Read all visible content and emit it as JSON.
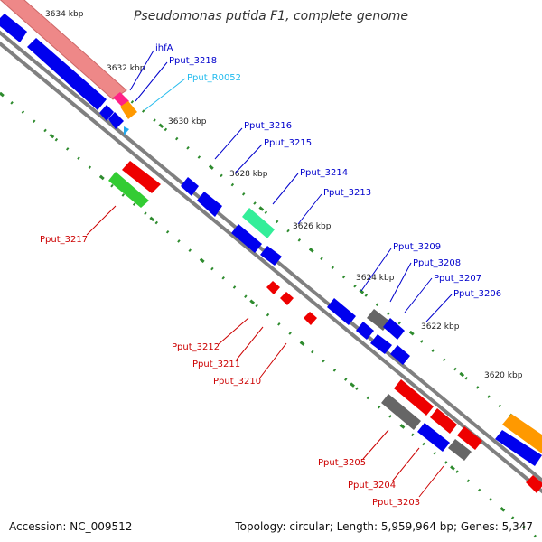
{
  "title": "Pseudomonas putida F1, complete genome",
  "accession": "Accession: NC_009512",
  "topology": "Topology: circular; Length: 5,959,964 bp; Genes: 5,347",
  "colors": {
    "backbone": "#808080",
    "tick": "#2e8b2e",
    "blue_gene": "#0000ee",
    "red_gene": "#ee0000",
    "gray_gene": "#666666",
    "green_gene": "#33cc33",
    "teal_gene": "#33ee99",
    "salmon_gene": "#ee8888",
    "orange_gene": "#ff9900",
    "pink_gene": "#ff2288",
    "rna_gene": "#22aaee",
    "label_blue": "#0000cc",
    "label_red": "#cc0000",
    "label_cyan": "#22bbee"
  },
  "kbp_ticks": [
    "3634 kbp",
    "3632 kbp",
    "3630 kbp",
    "3628 kbp",
    "3626 kbp",
    "3624 kbp",
    "3622 kbp",
    "3620 kbp"
  ],
  "gene_labels": {
    "ihfA": "ihfA",
    "pput_3218": "Pput_3218",
    "pput_r0052": "Pput_R0052",
    "pput_3217": "Pput_3217",
    "pput_3216": "Pput_3216",
    "pput_3215": "Pput_3215",
    "pput_3214": "Pput_3214",
    "pput_3213": "Pput_3213",
    "pput_3212": "Pput_3212",
    "pput_3211": "Pput_3211",
    "pput_3210": "Pput_3210",
    "pput_3209": "Pput_3209",
    "pput_3208": "Pput_3208",
    "pput_3207": "Pput_3207",
    "pput_3206": "Pput_3206",
    "pput_3205": "Pput_3205",
    "pput_3204": "Pput_3204",
    "pput_3203": "Pput_3203"
  }
}
